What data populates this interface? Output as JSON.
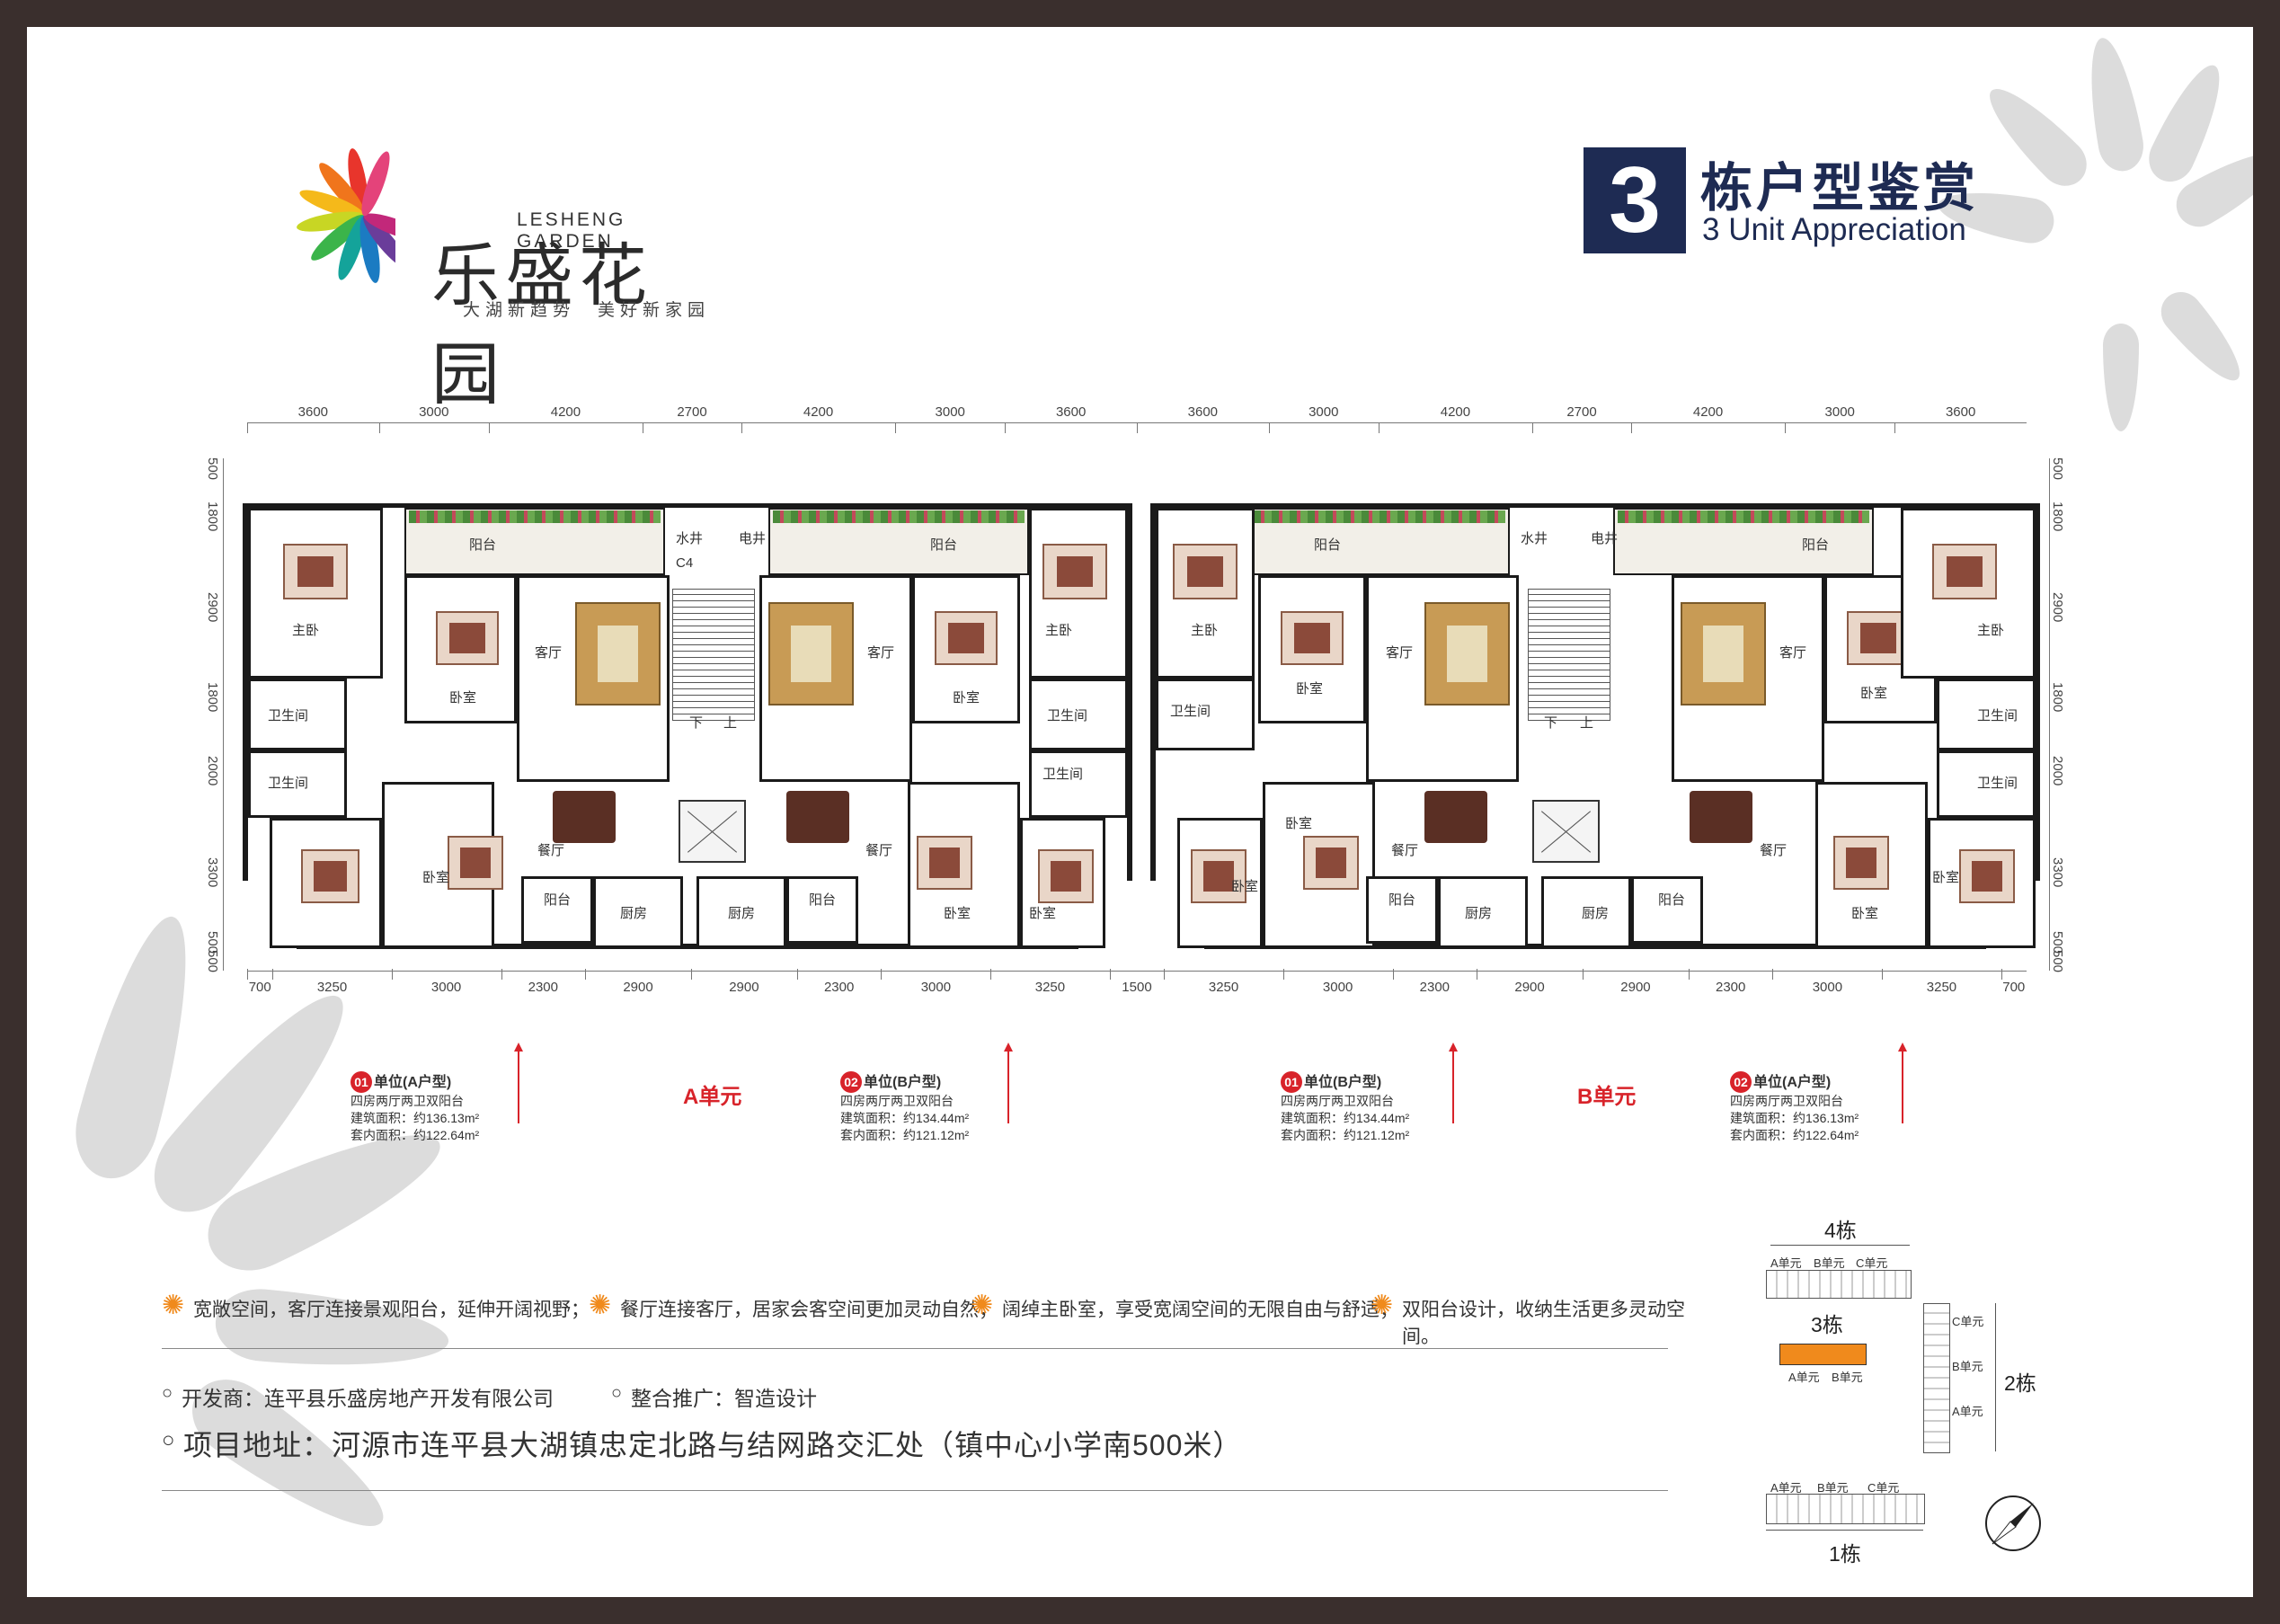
{
  "logo": {
    "en": "LESHENG GARDEN",
    "cn": "乐盛花园",
    "slogan": "大湖新趋势　美好新家园"
  },
  "title": {
    "number": "3",
    "cn": "栋户型鉴赏",
    "en": "3 Unit Appreciation"
  },
  "dims_top": [
    "3600",
    "3000",
    "4200",
    "2700",
    "4200",
    "3000",
    "3600",
    "3600",
    "3000",
    "4200",
    "2700",
    "4200",
    "3000",
    "3600"
  ],
  "dims_bottom": [
    "700",
    "3250",
    "3000",
    "2300",
    "2900",
    "2900",
    "2300",
    "3000",
    "3250",
    "1500",
    "3250",
    "3000",
    "2300",
    "2900",
    "2900",
    "2300",
    "3000",
    "3250",
    "700"
  ],
  "dims_side": [
    "500",
    "1800",
    "2900",
    "1800",
    "2000",
    "3300",
    "500",
    "500"
  ],
  "room_labels": {
    "balcony": "阳台",
    "master": "主卧",
    "bedroom": "卧室",
    "living": "客厅",
    "dining": "餐厅",
    "bath": "卫生间",
    "kitchen": "厨房",
    "water_well": "水井",
    "elec_well": "电井",
    "c4": "C4",
    "down": "下",
    "up": "上"
  },
  "units": [
    {
      "no": "01",
      "type": "单位(A户型)",
      "desc": "四房两厅两卫双阳台",
      "gross": "建筑面积：约136.13m²",
      "net": "套内面积：约122.64m²"
    },
    {
      "no": "02",
      "type": "单位(B户型)",
      "desc": "四房两厅两卫双阳台",
      "gross": "建筑面积：约134.44m²",
      "net": "套内面积：约121.12m²"
    },
    {
      "no": "01",
      "type": "单位(B户型)",
      "desc": "四房两厅两卫双阳台",
      "gross": "建筑面积：约134.44m²",
      "net": "套内面积：约121.12m²"
    },
    {
      "no": "02",
      "type": "单位(A户型)",
      "desc": "四房两厅两卫双阳台",
      "gross": "建筑面积：约136.13m²",
      "net": "套内面积：约122.64m²"
    }
  ],
  "unit_blocks": {
    "a": "A单元",
    "b": "B单元"
  },
  "features": [
    "宽敞空间，客厅连接景观阳台，延伸开阔视野；",
    "餐厅连接客厅，居家会客空间更加灵动自然；",
    "阔绰主卧室，享受宽阔空间的无限自由与舒适；",
    "双阳台设计，收纳生活更多灵动空间。"
  ],
  "developer": "开发商：连平县乐盛房地产开发有限公司",
  "promoter": "整合推广：智造设计",
  "address": "项目地址：河源市连平县大湖镇忠定北路与结网路交汇处（镇中心小学南500米）",
  "keyplan": {
    "b4": "4栋",
    "b3": "3栋",
    "b2": "2栋",
    "b1": "1栋",
    "a": "A单元",
    "b": "B单元",
    "c": "C单元"
  },
  "colors": {
    "navy": "#1e2b53",
    "red": "#d8232a",
    "orange": "#f08a1c"
  }
}
